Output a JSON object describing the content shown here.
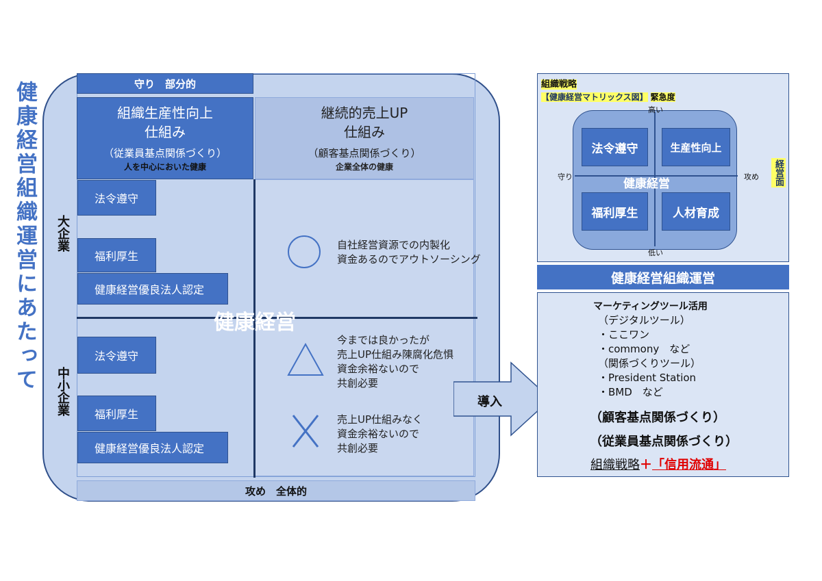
{
  "title_vertical": "健康経営組織運営にあたって",
  "left_diagram": {
    "top_bar": "守り　部分的",
    "bottom_bar": "攻め　全体的",
    "header_left": {
      "main1": "組織生産性向上",
      "main2": "仕組み",
      "sub": "（従業員基点関係づくり）",
      "small": "人を中心においた健康"
    },
    "header_right": {
      "main1": "継続的売上UP",
      "main2": "仕組み",
      "sub": "（顧客基点関係づくり）",
      "small": "企業全体の健康"
    },
    "large_company_label": "大企業",
    "sme_label": "中小企業",
    "large_items": [
      "法令遵守",
      "福利厚生",
      "健康経営優良法人認定"
    ],
    "sme_items": [
      "法令遵守",
      "福利厚生",
      "健康経営優良法人認定"
    ],
    "center_word": "健康経営",
    "status": [
      {
        "symbol": "○",
        "line1": "自社経営資源での内製化",
        "line2": "資金あるのでアウトソーシング"
      },
      {
        "symbol": "△",
        "line1": "今までは良かったが",
        "line2": "売上UP仕組み陳腐化危惧",
        "line3": "資金余裕ないので",
        "line4": "共創必要"
      },
      {
        "symbol": "X",
        "line1": "売上UP仕組みなく",
        "line2": "資金余裕ないので",
        "line3": "共創必要"
      }
    ],
    "arrow_label": "導入"
  },
  "right_top": {
    "label1": "組織戦略",
    "label2": "【健康経営マトリックス図】",
    "label3": "緊急度",
    "axis_high": "高い",
    "axis_low": "低い",
    "axis_left": "守り",
    "axis_right": "攻め",
    "axis_side": "経営面",
    "cells": [
      "法令遵守",
      "生産性向上",
      "福利厚生",
      "人材育成"
    ],
    "center_word": "健康経営"
  },
  "banner": "健康経営組織運営",
  "right_bottom": {
    "heading": "マーケティングツール活用",
    "lines": [
      "（デジタルツール）",
      "・ここワン",
      "・commony　など",
      "（関係づくりツール）",
      "・President Station",
      "・BMD　など"
    ],
    "bold1": "（顧客基点関係づくり）",
    "bold2": "（従業員基点関係づくり）",
    "strategy": "組織戦略",
    "plus": "＋",
    "credit": "「信用流通」"
  }
}
